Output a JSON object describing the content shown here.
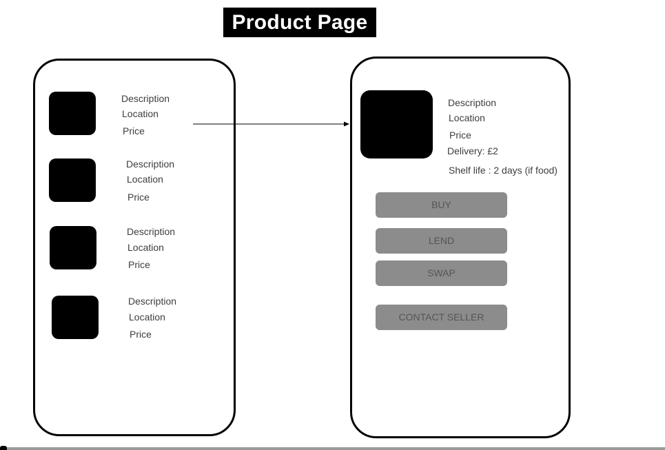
{
  "page_title": "Product Page",
  "list_screen": {
    "items": [
      {
        "description": "Description",
        "location": "Location",
        "price": "Price"
      },
      {
        "description": "Description",
        "location": "Location",
        "price": "Price"
      },
      {
        "description": "Description",
        "location": "Location",
        "price": "Price"
      },
      {
        "description": "Description",
        "location": "Location",
        "price": "Price"
      }
    ]
  },
  "detail_screen": {
    "description": "Description",
    "location": "Location",
    "price": "Price",
    "delivery": "Delivery: £2",
    "shelf_life": "Shelf life : 2 days (if food)",
    "buttons": {
      "buy": "BUY",
      "lend": "LEND",
      "swap": "SWAP",
      "contact": "CONTACT SELLER"
    }
  },
  "colors": {
    "button_fill": "#8c8c8c",
    "button_text": "#555555",
    "thumbnail": "#000000"
  }
}
